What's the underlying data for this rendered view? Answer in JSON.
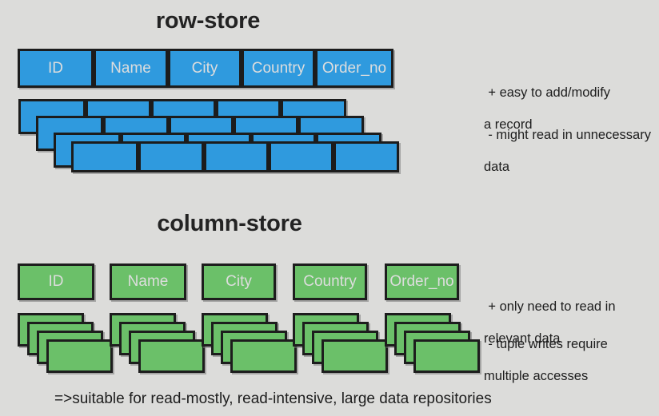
{
  "background_color": "#dcdcda",
  "palette": {
    "row_store_fill": "#2f9ade",
    "column_store_fill": "#6bc069",
    "border": "#1c1c1c",
    "label_text": "#dddddd",
    "body_text": "#1d1d1d"
  },
  "row_store": {
    "title": "row-store",
    "columns": [
      "ID",
      "Name",
      "City",
      "Country",
      "Order_no"
    ],
    "record_row_count": 4,
    "notes": [
      {
        "marker": "+",
        "line1": "+ easy to add/modify",
        "line2": "a record"
      },
      {
        "marker": "-",
        "line1": "- might read in unnecessary",
        "line2": "data"
      }
    ]
  },
  "column_store": {
    "title": "column-store",
    "columns": [
      "ID",
      "Name",
      "City",
      "Country",
      "Order_no"
    ],
    "values_per_column": 4,
    "notes": [
      {
        "marker": "+",
        "line1": "+ only need to read in",
        "line2": "relevant data"
      },
      {
        "marker": "-",
        "line1": "- tuple writes require",
        "line2": "multiple accesses"
      }
    ]
  },
  "caption": "=>suitable for read-mostly, read-intensive, large data repositories"
}
